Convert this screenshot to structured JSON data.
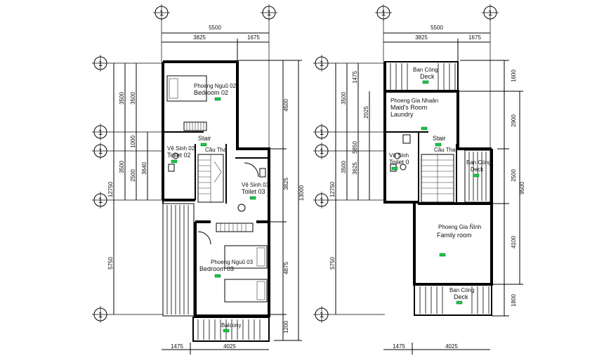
{
  "colors": {
    "line": "#000000",
    "tag": "#19c64a",
    "background": "#ffffff"
  },
  "grid_label": "1",
  "left_plan": {
    "top_dims": {
      "total": "5500",
      "a": "3825",
      "b": "1675"
    },
    "left_dims_outer": {
      "a": "12750",
      "b": "5750"
    },
    "left_dims_inner": {
      "a": "3500",
      "b": "3500",
      "c": "1000",
      "d": "3500",
      "e": "2500",
      "f": "3640"
    },
    "right_dims_inner": {
      "a": "4500",
      "b": "3825",
      "c": "4875",
      "d": "1200"
    },
    "right_dims_outer": {
      "a": "13000"
    },
    "bottom_dims": {
      "a": "1475",
      "b": "4025"
    },
    "rooms": {
      "bedroom02_vi": "Phoeng Nguũ 02",
      "bedroom02_en": "Bedroom 02",
      "stair_en": "Stair",
      "stair_vi": "Cầu Tha",
      "toilet02_vi": "Vệ Sinh 02",
      "toilet02_en": "Toilet 02",
      "toilet03_vi": "Vệ Sinh 03",
      "toilet03_en": "Toilet 03",
      "bedroom03_vi": "Phoeng Nguũ 03",
      "bedroom03_en": "Bedroom 03",
      "balcony": "Balcony"
    }
  },
  "right_plan": {
    "top_dims": {
      "total": "5500",
      "a": "3825",
      "b": "1675"
    },
    "left_dims_outer": {
      "a": "12750",
      "b": "5750"
    },
    "left_dims_inner": {
      "a": "1475",
      "b": "3500",
      "c": "2025",
      "d": "5850",
      "e": "3500",
      "f": "3625"
    },
    "right_dims_inner": {
      "a": "1600",
      "b": "2900",
      "c": "2500",
      "d": "4100",
      "e": "1800"
    },
    "right_dims_outer": {
      "a": "9500"
    },
    "bottom_dims": {
      "a": "1475",
      "b": "4025"
    },
    "rooms": {
      "deck_top_vi": "Ban Cöng",
      "deck_top_en": "Deck",
      "maid_vi": "Phoeng Gia Nhaân",
      "maid_en1": "Maid's Room",
      "maid_en2": "Laundry",
      "stair_en": "Stair",
      "stair_vi": "Cầu Tha",
      "toilet_vi": "Vệ Sinh",
      "toilet_en": "Toilet 0",
      "deck_side_vi": "Ban Cöng",
      "deck_side_en": "Deck",
      "family_vi": "Phoeng Gia Ñình",
      "family_en": "Family room",
      "deck_bottom_vi": "Ban Cöng",
      "deck_bottom_en": "Deck"
    }
  }
}
